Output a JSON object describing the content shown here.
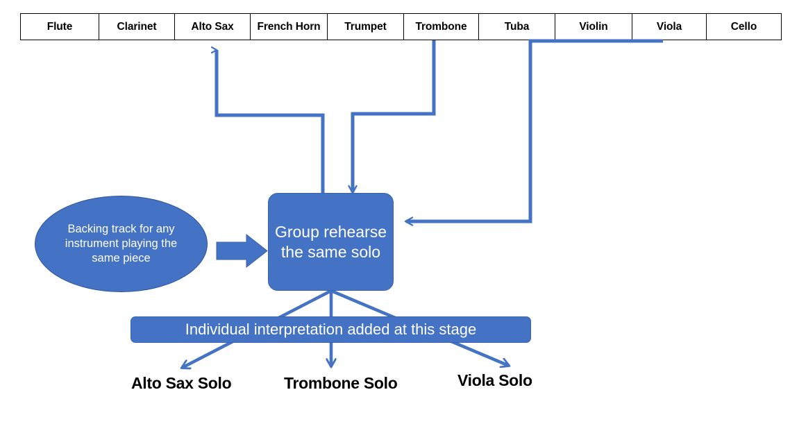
{
  "diagram": {
    "title": "Group rehearsal solo flow",
    "colors": {
      "accent_fill": "#4472C4",
      "accent_stroke": "#4472C4",
      "shape_border": "#3A62AE",
      "table_border": "#000000",
      "shape_text": "#FFFFFF",
      "label_text": "#000000",
      "background": "#FFFFFF"
    }
  },
  "instrument_table": {
    "name": "instrument-list",
    "cells": [
      "Flute",
      "Clarinet",
      "Alto Sax",
      "French Horn",
      "Trumpet",
      "Trombone",
      "Tuba",
      "Violin",
      "Viola",
      "Cello"
    ]
  },
  "nodes": {
    "backing_track": {
      "label": "Backing track for any instrument playing the same piece",
      "shape": "ellipse"
    },
    "group_rehearse": {
      "label": "Group rehearse the same solo",
      "shape": "rounded-rectangle"
    },
    "individual_interpretation": {
      "label": "Individual interpretation added at this stage",
      "shape": "rounded-bar"
    }
  },
  "outputs": [
    {
      "label": "Alto Sax Solo"
    },
    {
      "label": "Trombone Solo"
    },
    {
      "label": "Viola Solo"
    }
  ],
  "connectors": [
    {
      "name": "backing-track-to-group",
      "style": "block-arrow",
      "direction": "right"
    },
    {
      "name": "group-to-alto-sax",
      "style": "elbow-arrow",
      "direction": "up"
    },
    {
      "name": "trombone-to-group",
      "style": "elbow-arrow",
      "direction": "down"
    },
    {
      "name": "violin-viola-to-group",
      "style": "elbow-arrow",
      "direction": "left"
    },
    {
      "name": "group-to-alto-sax-solo",
      "style": "line-arrow",
      "direction": "down-left"
    },
    {
      "name": "group-to-trombone-solo",
      "style": "line-arrow",
      "direction": "down"
    },
    {
      "name": "group-to-viola-solo",
      "style": "line-arrow",
      "direction": "down-right"
    }
  ]
}
